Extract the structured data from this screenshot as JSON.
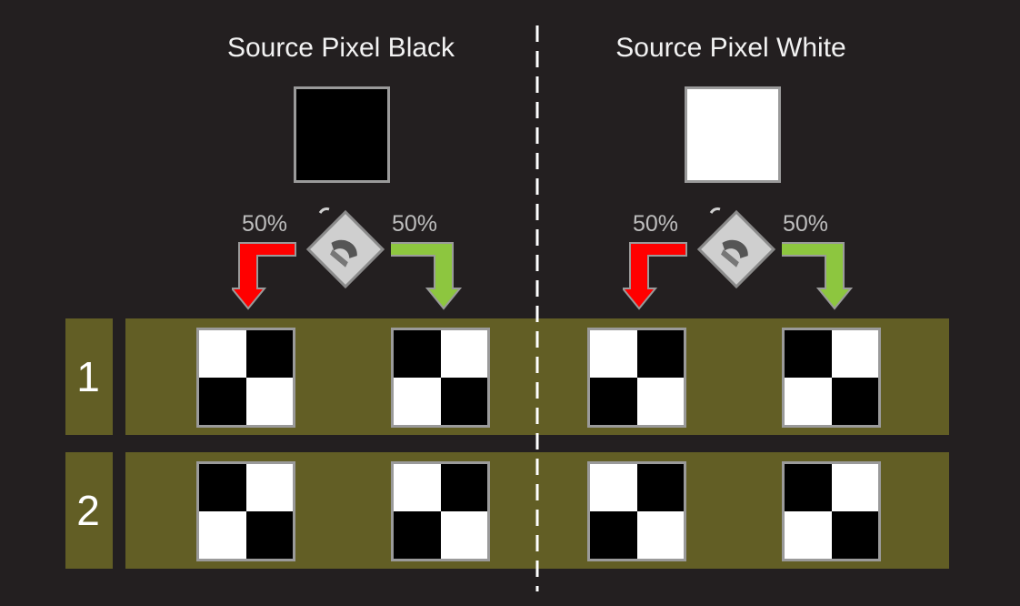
{
  "colors": {
    "background": "#231f20",
    "band": "#625e25",
    "arrow_red": "#ff0000",
    "arrow_green": "#8dc63f",
    "border": "#9a9a9a"
  },
  "sources": [
    {
      "title": "Source Pixel Black",
      "color": "black",
      "left_pct": "50%",
      "right_pct": "50%"
    },
    {
      "title": "Source Pixel White",
      "color": "white",
      "left_pct": "50%",
      "right_pct": "50%"
    }
  ],
  "coin_icon": "coin-flip-icon",
  "rows": [
    {
      "label": "1",
      "shares": [
        [
          "white",
          "black",
          "black",
          "white"
        ],
        [
          "black",
          "white",
          "white",
          "black"
        ],
        [
          "white",
          "black",
          "black",
          "white"
        ],
        [
          "black",
          "white",
          "white",
          "black"
        ]
      ]
    },
    {
      "label": "2",
      "shares": [
        [
          "black",
          "white",
          "white",
          "black"
        ],
        [
          "white",
          "black",
          "black",
          "white"
        ],
        [
          "white",
          "black",
          "black",
          "white"
        ],
        [
          "black",
          "white",
          "white",
          "black"
        ]
      ]
    }
  ]
}
